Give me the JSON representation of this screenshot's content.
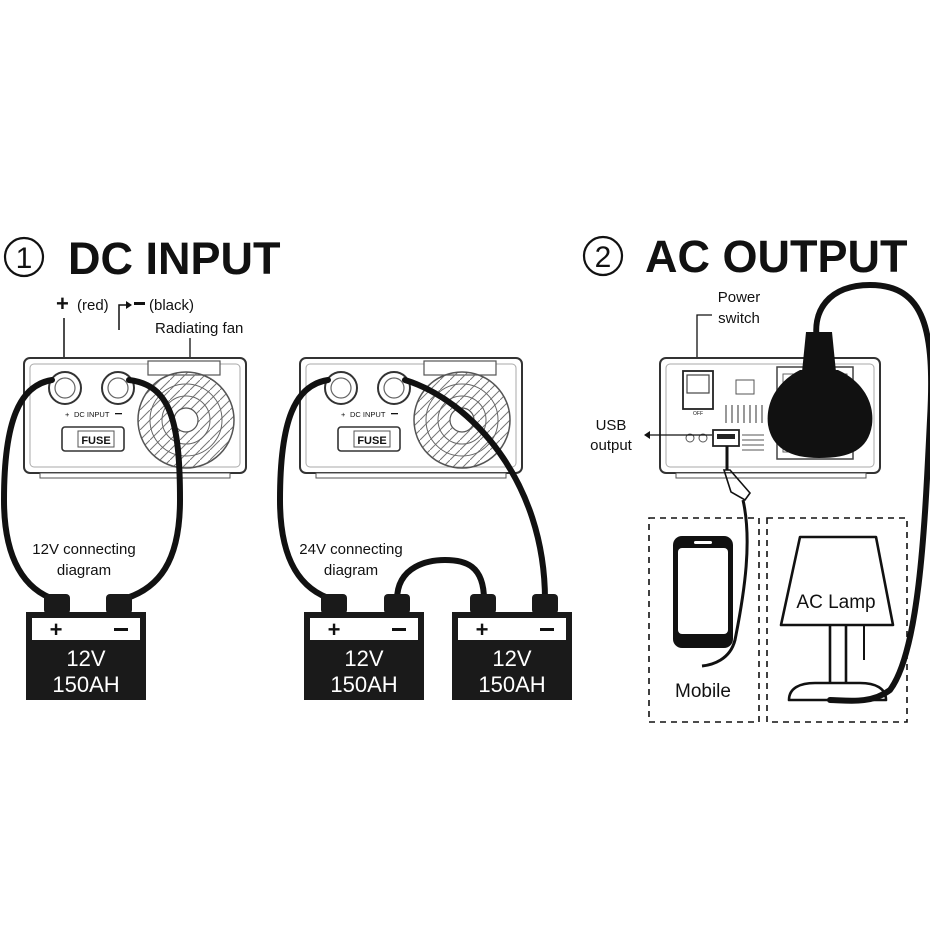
{
  "section1": {
    "number": "1",
    "title": "DC INPUT",
    "plus_label": "(red)",
    "minus_label": "(black)",
    "fan_label": "Radiating fan",
    "panel_label": "DC INPUT",
    "fuse_label": "FUSE",
    "diagram12_line1": "12V connecting",
    "diagram12_line2": "diagram",
    "diagram24_line1": "24V connecting",
    "diagram24_line2": "diagram",
    "battery_voltage": "12V",
    "battery_capacity": "150AH"
  },
  "section2": {
    "number": "2",
    "title": "AC OUTPUT",
    "power_switch_line1": "Power",
    "power_switch_line2": "switch",
    "usb_line1": "USB",
    "usb_line2": "output",
    "mobile_label": "Mobile",
    "lamp_label": "AC Lamp"
  },
  "colors": {
    "ink": "#111111",
    "battery_fill": "#1a1a1a",
    "panel_stroke": "#333333"
  }
}
